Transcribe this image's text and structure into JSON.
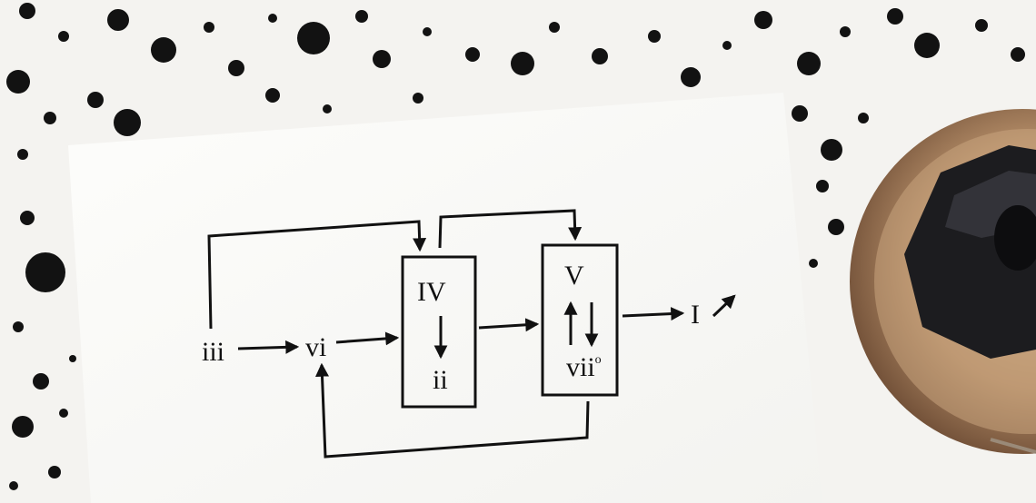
{
  "diagram": {
    "nodes": {
      "iii": "iii",
      "vi": "vi",
      "IV": "IV",
      "ii": "ii",
      "V": "V",
      "vii": "vii",
      "vii_sup": "o",
      "I": "I"
    }
  },
  "colors": {
    "ink": "#111111",
    "paper": "#fbfbf9",
    "cloth": "#f4f3f0",
    "tray": "#b08a66",
    "inkwell": "#1a1a1c"
  }
}
